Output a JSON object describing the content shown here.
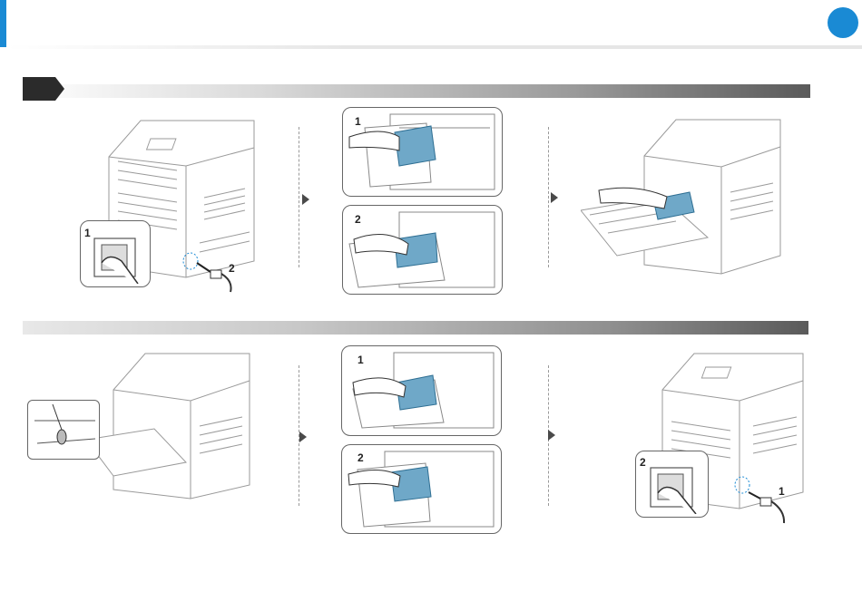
{
  "header": {
    "accent_color": "#1a8ad4",
    "badge_color": "#1a8ad4"
  },
  "section1": {
    "step1_callouts": [
      "1",
      "2"
    ],
    "step2_callouts": [
      "1",
      "2"
    ]
  },
  "section2": {
    "step2_callouts": [
      "1",
      "2"
    ],
    "step3_callouts": [
      "2",
      "1"
    ]
  },
  "icons": [
    "step-arrow-icon",
    "power-switch-icon",
    "power-cord-icon",
    "toner-cartridge-icon",
    "printer-illustration"
  ]
}
